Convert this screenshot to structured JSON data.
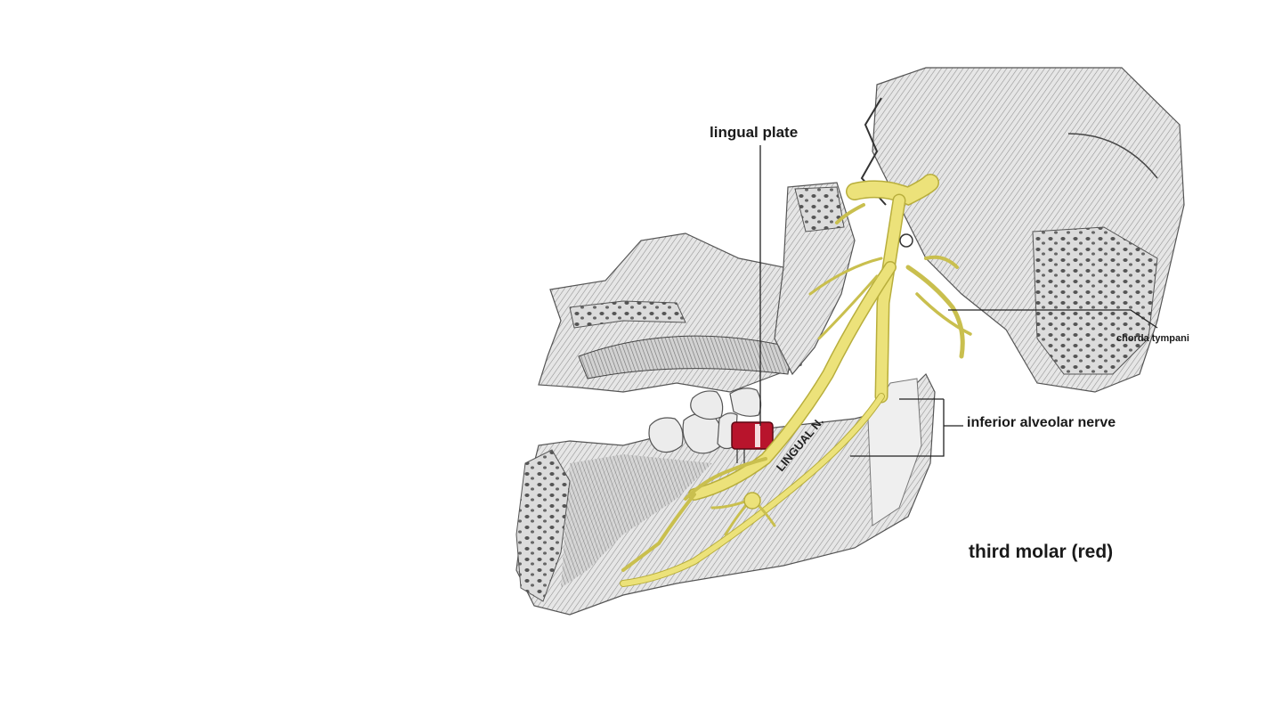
{
  "labels": {
    "lingual_plate": "lingual plate",
    "chorda_tympani": "chorda tympani",
    "inferior_alveolar_nerve": "inferior alveolar nerve",
    "third_molar": "third molar (red)",
    "lingual_n": "LINGUAL N."
  },
  "colors": {
    "nerve": "#ece27a",
    "nerve_outline": "#b8ae3c",
    "molar": "#b8142c",
    "bone": "#e4e4e4",
    "bone_dark": "#9a9a9a",
    "line": "#222222"
  }
}
